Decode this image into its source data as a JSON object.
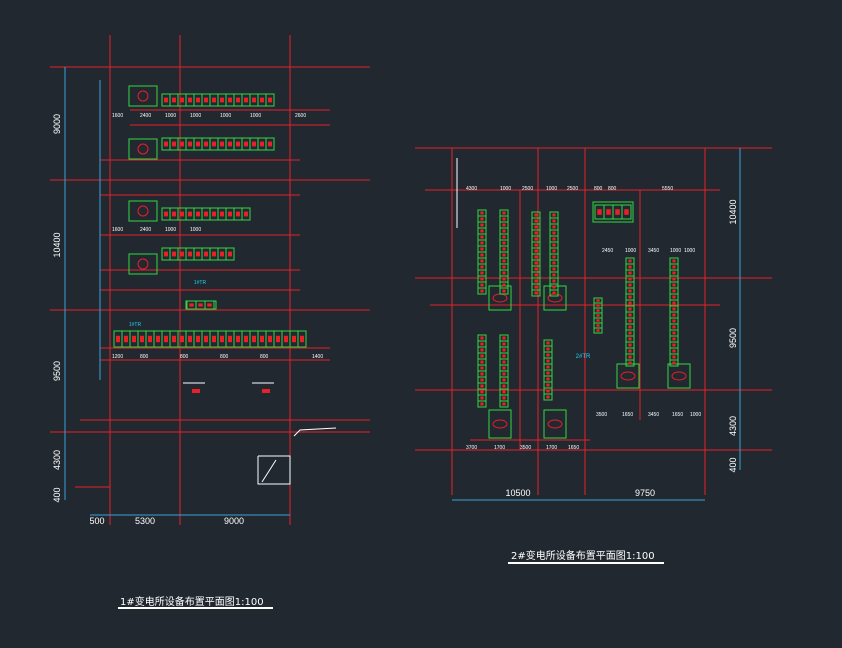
{
  "drawing": {
    "background": "#212830",
    "colors": {
      "axis": "#e8202a",
      "dim": "#3aa0d8",
      "dim_text": "#ffffff",
      "equip": "#34d840",
      "equip_text": "#e8202a",
      "cyan_text": "#22d3ee"
    }
  },
  "plan1": {
    "title": "1#变电所设备布置平面图1:100",
    "vertical_dims": [
      "9000",
      "10400",
      "9500",
      "4300",
      "400"
    ],
    "horizontal_dims": [
      "500",
      "5300",
      "9000"
    ],
    "cabinet_dims_top": [
      "1600",
      "2400",
      "1000",
      "1000",
      "1000",
      "1000",
      "2600"
    ],
    "cabinet_dims_mid": [
      "1600",
      "2400",
      "1000",
      "1000"
    ],
    "long_row_dims": [
      "1200",
      "800",
      "800",
      "800",
      "800",
      "1400"
    ],
    "label_mid": "1#TR",
    "label_low": "1#TR"
  },
  "plan2": {
    "title": "2#变电所设备布置平面图1:100",
    "vertical_dims": [
      "10400",
      "9500",
      "4300",
      "400"
    ],
    "horizontal_dims": [
      "10500",
      "9750"
    ],
    "top_dims": [
      "4300",
      "1000",
      "2500",
      "1000",
      "2500",
      "800",
      "800",
      "5550"
    ],
    "mid_dims": [
      "2450",
      "1000",
      "3450",
      "1000",
      "1000"
    ],
    "bottom_dims": [
      "3700",
      "1700",
      "3500",
      "1700",
      "1650"
    ],
    "lower_right_dims": [
      "3500",
      "1650",
      "3450",
      "1650",
      "1000"
    ],
    "label": "2#TR"
  }
}
